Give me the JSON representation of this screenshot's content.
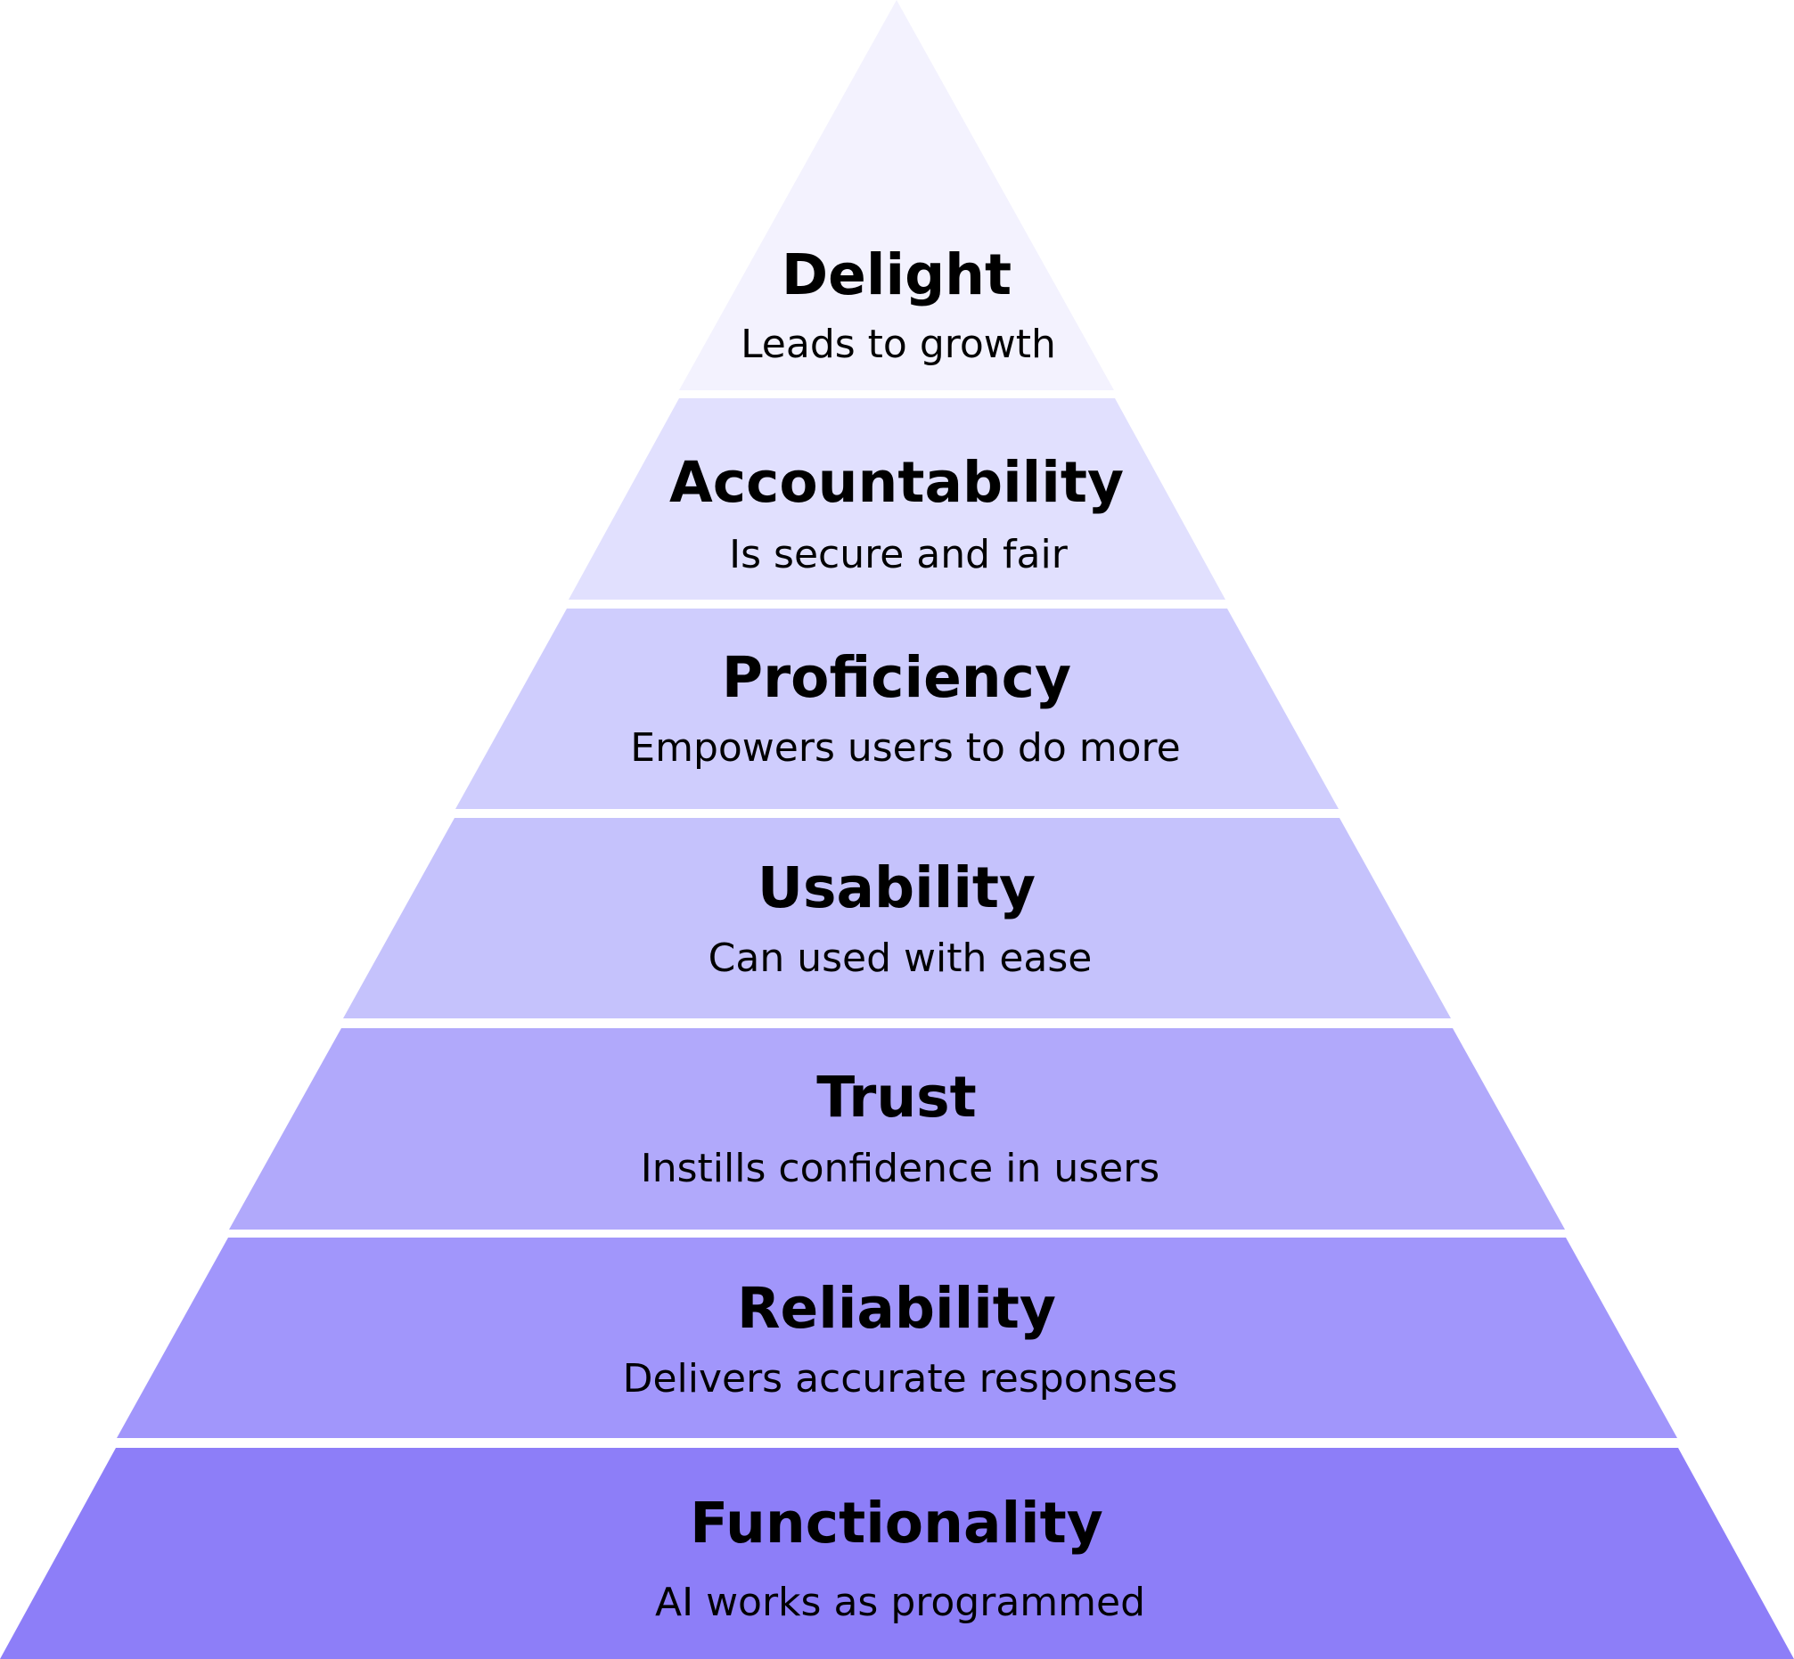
{
  "pyramid": {
    "levels": [
      {
        "title": "Delight",
        "subtitle": "Leads to growth",
        "color": "#F3F2FE"
      },
      {
        "title": "Accountability",
        "subtitle": "Is secure and fair",
        "color": "#E1E0FE"
      },
      {
        "title": "Proficiency",
        "subtitle": "Empowers users to do more",
        "color": "#CFCDFD"
      },
      {
        "title": "Usability",
        "subtitle": "Can used with ease",
        "color": "#C5C2FC"
      },
      {
        "title": "Trust",
        "subtitle": "Instills confidence in users",
        "color": "#B1A9FB"
      },
      {
        "title": "Reliability",
        "subtitle": "Delivers accurate responses",
        "color": "#A196FB"
      },
      {
        "title": "Functionality",
        "subtitle": "AI works as programmed",
        "color": "#8D7EF8"
      }
    ]
  }
}
